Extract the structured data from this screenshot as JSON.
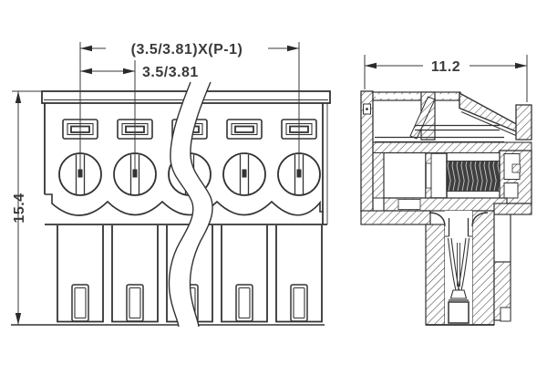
{
  "drawing": {
    "background": "#ffffff",
    "line_color": "#333333",
    "hatch_color": "#4a4a4a",
    "thread_color": "#3f3f3f",
    "front_view": {
      "poles_visible": 5,
      "has_break_line": true
    },
    "side_view": {
      "type": "cross-section"
    },
    "annotations": {
      "pitch_total": "(3.5/3.81)X(P-1)",
      "pitch": "3.5/3.81",
      "height": "15.4",
      "depth": "11.2"
    }
  }
}
